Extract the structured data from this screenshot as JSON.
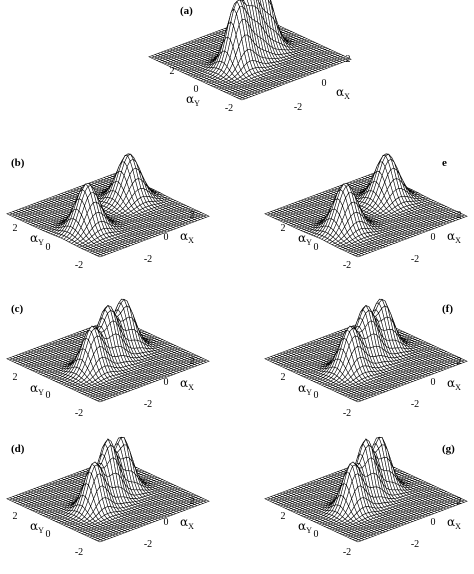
{
  "chart_data": [
    {
      "type": "surface",
      "panel": "(a)",
      "peaks": [
        {
          "x": -1.0,
          "y": 0.35,
          "height": 1.0
        },
        {
          "x": 0.0,
          "y": 0.0,
          "height": 1.0
        },
        {
          "x": 1.0,
          "y": -0.35,
          "height": 1.0
        }
      ],
      "sigma": 0.45,
      "x_ticks": [
        "2",
        "0",
        "-2"
      ],
      "y_ticks": [
        "2",
        "0",
        "-2"
      ],
      "x_label": "α",
      "x_label_sub": "X",
      "y_label": "α",
      "y_label_sub": "Y"
    },
    {
      "type": "surface",
      "panel": "(b)",
      "peaks": [
        {
          "x": -1.6,
          "y": 0.55,
          "height": 0.75
        },
        {
          "x": 1.6,
          "y": -0.55,
          "height": 0.75
        }
      ],
      "sigma": 0.5,
      "x_ticks": [
        "2",
        "0",
        "-2"
      ],
      "y_ticks": [
        "2",
        "0",
        "-2"
      ],
      "x_label": "α",
      "x_label_sub": "X",
      "y_label": "α",
      "y_label_sub": "Y"
    },
    {
      "type": "surface",
      "panel": "(c)",
      "peaks": [
        {
          "x": -1.2,
          "y": 0.4,
          "height": 0.7
        },
        {
          "x": 0.0,
          "y": 0.0,
          "height": 0.85
        },
        {
          "x": 1.2,
          "y": -0.4,
          "height": 0.8
        }
      ],
      "sigma": 0.45,
      "x_ticks": [
        "2",
        "0",
        "-2"
      ],
      "y_ticks": [
        "2",
        "0",
        "-2"
      ],
      "x_label": "α",
      "x_label_sub": "X",
      "y_label": "α",
      "y_label_sub": "Y"
    },
    {
      "type": "surface",
      "panel": "(d)",
      "peaks": [
        {
          "x": -1.1,
          "y": 0.4,
          "height": 0.75
        },
        {
          "x": 0.0,
          "y": 0.0,
          "height": 0.95
        },
        {
          "x": 1.1,
          "y": -0.4,
          "height": 0.85
        }
      ],
      "sigma": 0.42,
      "x_ticks": [
        "2",
        "0",
        "-2"
      ],
      "y_ticks": [
        "2",
        "0",
        "-2"
      ],
      "x_label": "α",
      "x_label_sub": "X",
      "y_label": "α",
      "y_label_sub": "Y"
    },
    {
      "type": "surface",
      "panel": "e",
      "peaks": [
        {
          "x": -1.6,
          "y": 0.55,
          "height": 0.75
        },
        {
          "x": 1.6,
          "y": -0.55,
          "height": 0.75
        }
      ],
      "sigma": 0.5,
      "x_ticks": [
        "2",
        "0",
        "-2"
      ],
      "y_ticks": [
        "2",
        "0",
        "-2"
      ],
      "x_label": "α",
      "x_label_sub": "X",
      "y_label": "α",
      "y_label_sub": "Y"
    },
    {
      "type": "surface",
      "panel": "(f)",
      "peaks": [
        {
          "x": -1.2,
          "y": 0.4,
          "height": 0.7
        },
        {
          "x": 0.0,
          "y": 0.0,
          "height": 0.85
        },
        {
          "x": 1.2,
          "y": -0.4,
          "height": 0.8
        }
      ],
      "sigma": 0.45,
      "x_ticks": [
        "2",
        "0",
        "-2"
      ],
      "y_ticks": [
        "2",
        "0",
        "-2"
      ],
      "x_label": "α",
      "x_label_sub": "X",
      "y_label": "α",
      "y_label_sub": "Y"
    },
    {
      "type": "surface",
      "panel": "(g)",
      "peaks": [
        {
          "x": -1.1,
          "y": 0.4,
          "height": 0.75
        },
        {
          "x": 0.0,
          "y": 0.0,
          "height": 0.95
        },
        {
          "x": 1.1,
          "y": -0.4,
          "height": 0.85
        }
      ],
      "sigma": 0.42,
      "x_ticks": [
        "2",
        "0",
        "-2"
      ],
      "y_ticks": [
        "2",
        "0",
        "-2"
      ],
      "x_label": "α",
      "x_label_sub": "X",
      "y_label": "α",
      "y_label_sub": "Y"
    }
  ]
}
